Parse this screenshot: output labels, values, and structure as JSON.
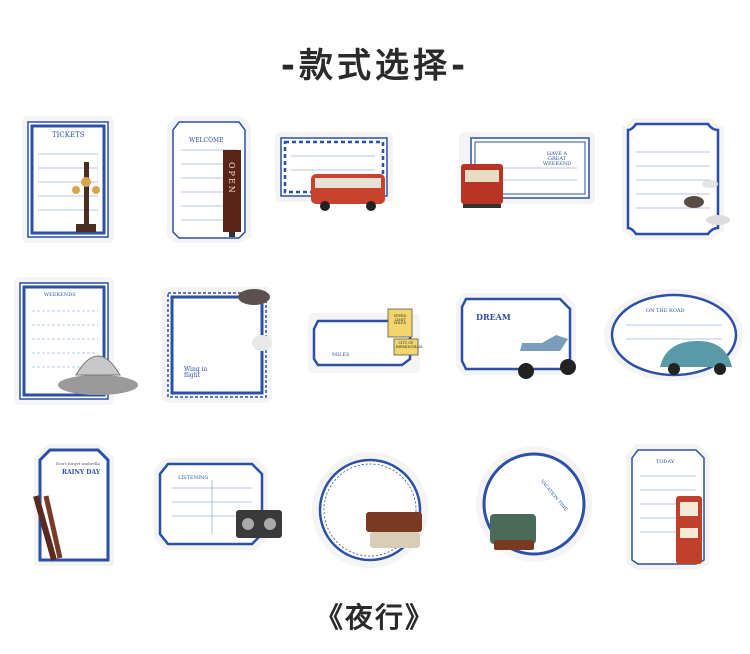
{
  "header": {
    "title": "-款式选择-"
  },
  "footer": {
    "series_name": "《夜行》"
  },
  "colors": {
    "border_blue": "#2c4fa8",
    "line_blue": "#9db3e0",
    "sticker_edge": "#f5f5f5"
  },
  "stickers": [
    {
      "id": 1,
      "text": "TICKETS",
      "decor": "lamp-post-icon"
    },
    {
      "id": 2,
      "text": "WELCOME",
      "sign": "OPEN",
      "decor": "open-sign-icon"
    },
    {
      "id": 3,
      "text": "",
      "decor": "red-bus-icon"
    },
    {
      "id": 4,
      "text": "HAVE A GREAT WEEKEND",
      "decor": "tram-icon"
    },
    {
      "id": 5,
      "text": "",
      "decor": "doves-icon"
    },
    {
      "id": 6,
      "text": "WEEKENDS",
      "decor": "fountain-icon"
    },
    {
      "id": 7,
      "text": "Wing in flight",
      "decor": "birds-icon"
    },
    {
      "id": 8,
      "text": "MILES",
      "sign1": "SPEED LIMIT MILES",
      "sign2": "CITY OF BIRMINGHAM",
      "decor": "road-signs-icon"
    },
    {
      "id": 9,
      "text": "DREAM",
      "decor": "scooter-icon"
    },
    {
      "id": 10,
      "text": "ON THE ROAD",
      "decor": "beetle-car-icon"
    },
    {
      "id": 11,
      "text": "Don't forget umbrella",
      "text2": "RAINY DAY",
      "decor": "umbrellas-icon"
    },
    {
      "id": 12,
      "text": "LISTENING",
      "decor": "radio-icon"
    },
    {
      "id": 13,
      "text": "",
      "decor": "suitcases-icon"
    },
    {
      "id": 14,
      "text": "VACATION TIME",
      "decor": "luggage-icon"
    },
    {
      "id": 15,
      "text": "TODAY",
      "decor": "fuel-pump-icon"
    }
  ]
}
